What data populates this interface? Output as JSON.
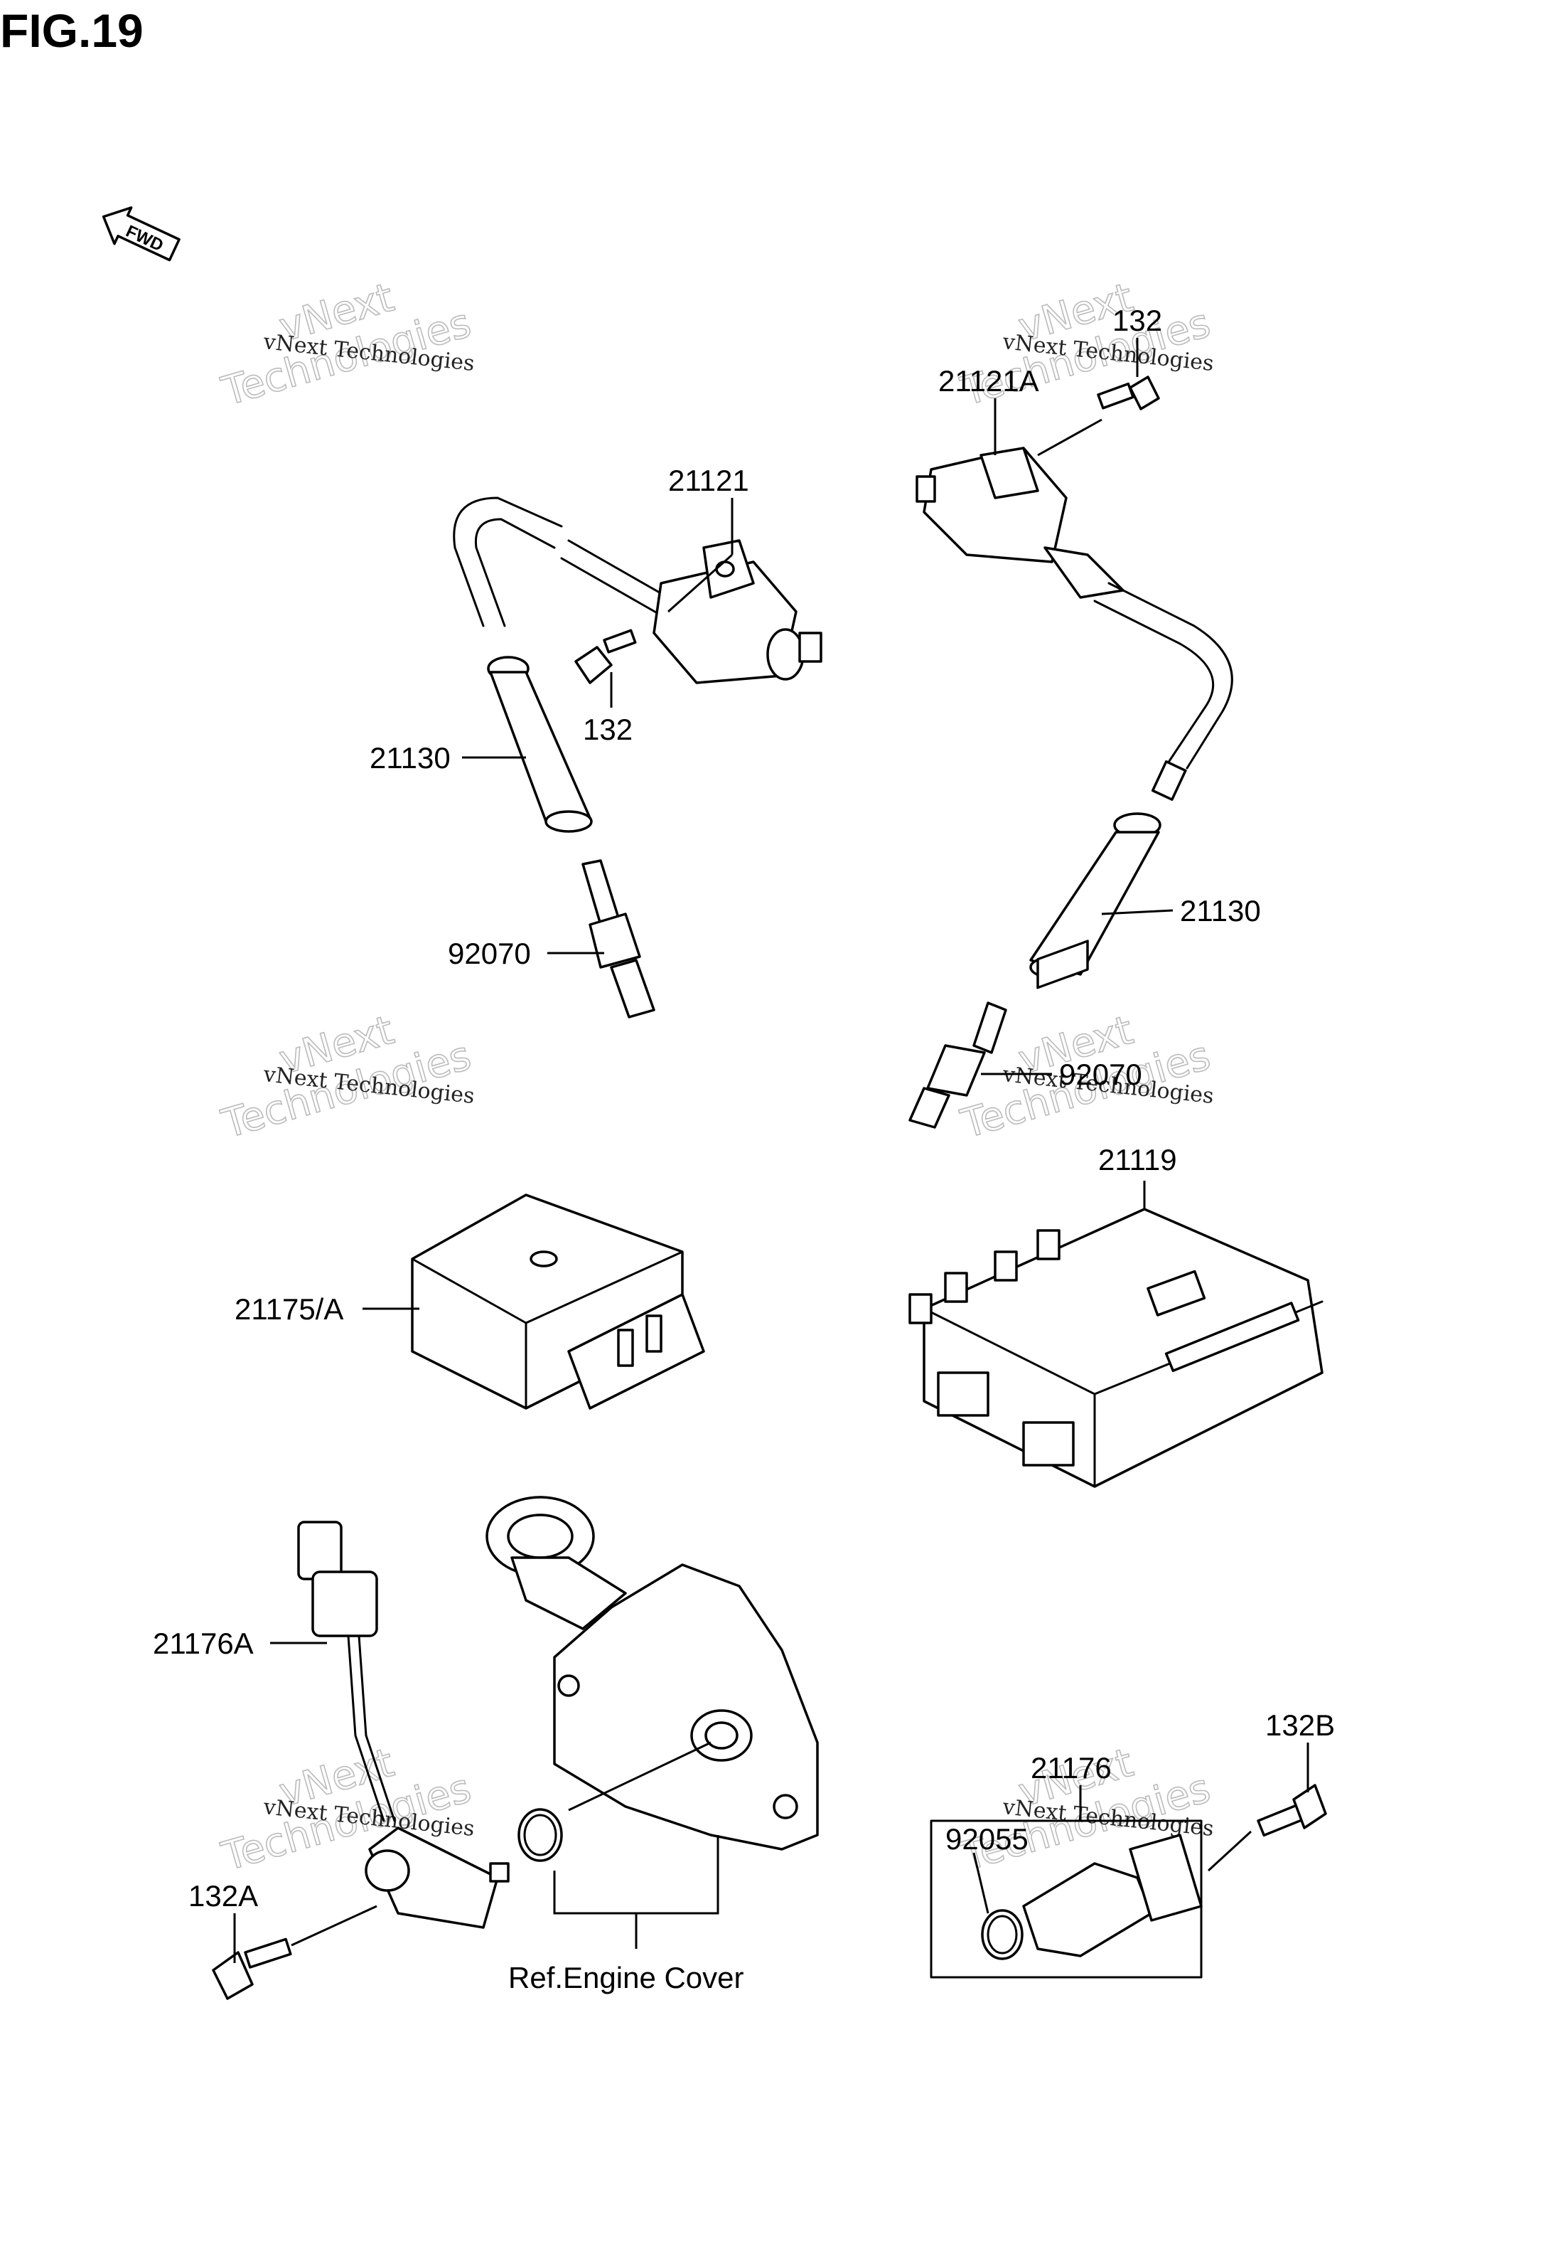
{
  "figure_title": "FIG.19",
  "fwd_label": "FWD",
  "watermark": {
    "line1": "vNext Technologies",
    "line2": "vNext",
    "line3": "Technologies"
  },
  "callouts": {
    "c21121": "21121",
    "c21121a": "21121A",
    "c132_left": "132",
    "c132_right": "132",
    "c21130_left": "21130",
    "c21130_right": "21130",
    "c92070_left": "92070",
    "c92070_right": "92070",
    "c21119": "21119",
    "c21175a": "21175/A",
    "c21176a": "21176A",
    "c132a": "132A",
    "c132b": "132B",
    "c21176": "21176",
    "c92055": "92055",
    "ref_engine_cover": "Ref.Engine Cover"
  }
}
